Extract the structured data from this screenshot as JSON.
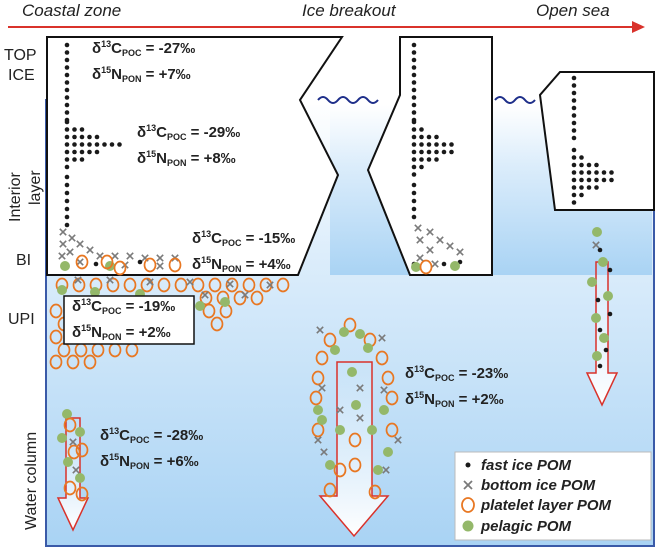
{
  "header": {
    "zones": [
      "Coastal zone",
      "Ice breakout",
      "Open sea"
    ]
  },
  "side_labels": {
    "top_ice": [
      "TOP",
      "ICE"
    ],
    "interior": [
      "Interior",
      "layer"
    ],
    "bi": "BI",
    "upi": "UPI",
    "water_column": "Water column"
  },
  "isotopes": {
    "c_symbol": "δ",
    "c_mass": "13",
    "c_element": "C",
    "c_sub": "POC",
    "n_mass": "15",
    "n_element": "N",
    "n_sub": "PON",
    "values": [
      {
        "id": "top",
        "c": "= -27‰",
        "n": "= +7‰"
      },
      {
        "id": "interior",
        "c": "= -29‰",
        "n": "= +8‰"
      },
      {
        "id": "bi",
        "c": "= -15‰",
        "n": "= +4‰"
      },
      {
        "id": "upi",
        "c": "= -19‰",
        "n": "= +2‰"
      },
      {
        "id": "water",
        "c": "= -28‰",
        "n": "= +6‰"
      },
      {
        "id": "breakout",
        "c": "= -23‰",
        "n": "= +2‰"
      }
    ]
  },
  "legend": {
    "items": [
      {
        "symbol": "dot",
        "label": "fast ice POM"
      },
      {
        "symbol": "cross",
        "label": "bottom ice POM"
      },
      {
        "symbol": "ring",
        "label": "platelet layer POM"
      },
      {
        "symbol": "green",
        "label": "pelagic POM"
      }
    ]
  },
  "colors": {
    "arrow": "#d9322b",
    "ring": "#e87722",
    "green": "#94b86a",
    "cross": "#7a7a7a",
    "dot": "#1a1a1a",
    "sea_top": "#ffffff",
    "sea_bottom": "#a9d3f4",
    "border": "#3a5aa8"
  }
}
